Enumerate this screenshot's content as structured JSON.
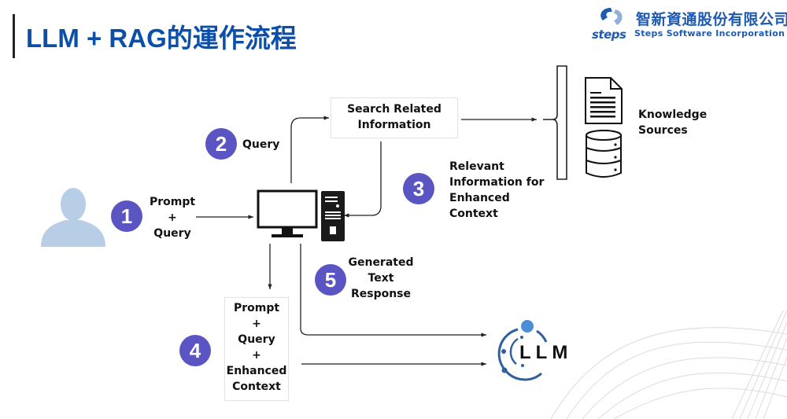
{
  "header": {
    "title": "LLM + RAG的運作流程",
    "title_color": "#0b4fa8"
  },
  "logo": {
    "name_cn": "智新資通股份有限公司",
    "name_en": "Steps Software Incorporation",
    "wordmark": "steps",
    "icon": "steps-logo-icon",
    "color": "#1e5bb0"
  },
  "diagram": {
    "badge_color": "#5a55c2",
    "steps": [
      {
        "number": "1",
        "label_lines": [
          "Prompt",
          "+",
          "Query"
        ]
      },
      {
        "number": "2",
        "label_lines": [
          "Query"
        ]
      },
      {
        "number": "3",
        "label_lines": [
          "Relevant",
          "Information for",
          "Enhanced",
          "Context"
        ]
      },
      {
        "number": "4",
        "label_lines": [
          "Prompt",
          "+",
          "Query",
          "+",
          "Enhanced",
          "Context"
        ]
      },
      {
        "number": "5",
        "label_lines": [
          "Generated",
          "Text",
          "Response"
        ]
      }
    ],
    "search_box": {
      "lines": [
        "Search Related",
        "Information"
      ]
    },
    "knowledge": {
      "lines": [
        "Knowledge",
        "Sources"
      ]
    },
    "llm_logo": {
      "text": "LLM"
    },
    "icons": [
      "user-icon",
      "computer-monitor-icon",
      "computer-tower-icon",
      "document-icon",
      "database-icon",
      "llm-logo-icon"
    ]
  }
}
